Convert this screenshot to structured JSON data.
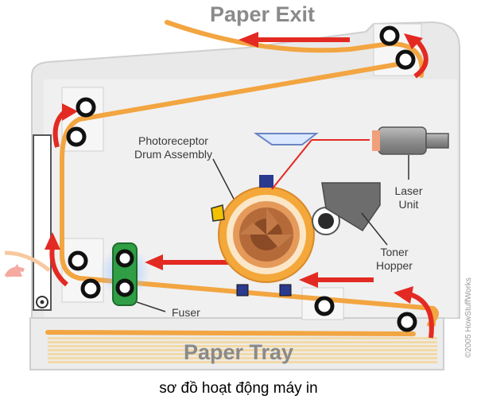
{
  "labels": {
    "paper_exit": "Paper Exit",
    "photoreceptor_line1": "Photoreceptor",
    "photoreceptor_line2": "Drum Assembly",
    "laser_line1": "Laser",
    "laser_line2": "Unit",
    "toner_line1": "Toner",
    "toner_line2": "Hopper",
    "fuser": "Fuser",
    "paper_tray": "Paper Tray",
    "copyright": "©2005 HowStuffWorks"
  },
  "caption": "sơ đồ hoạt động máy in",
  "colors": {
    "paper_path": "#f2a541",
    "arrow": "#e32a22",
    "laser_beam": "#e32a22",
    "drum": "#f4a83a",
    "fuser_roller": "#2f9e44",
    "housing": "#e9e9e9",
    "housing_outline": "#cfcfcf",
    "toner_hopper": "#6d6d6d",
    "label_text": "#3a3a3a",
    "title_text": "#8a8a8a"
  }
}
